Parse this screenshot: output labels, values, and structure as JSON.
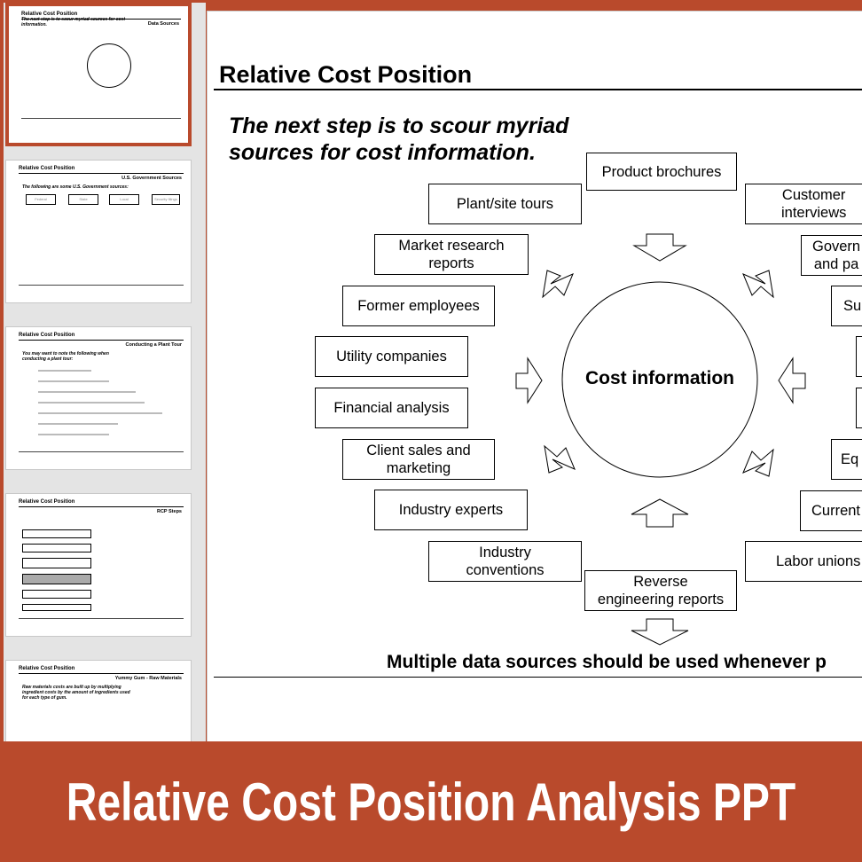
{
  "thumbnails": [
    {
      "title": "Relative Cost Position",
      "subtitle": "Data Sources",
      "lead": "The next step is to scour myriad sources for cost information.",
      "selected": true
    },
    {
      "title": "Relative Cost Position",
      "subtitle": "U.S. Government Sources",
      "lead": "The following are some U.S. Government sources:",
      "headers": [
        "Federal",
        "State",
        "Local",
        "Security filings"
      ]
    },
    {
      "title": "Relative Cost Position",
      "subtitle": "Conducting a Plant Tour",
      "lead": "You may want to note the following when conducting a plant tour:"
    },
    {
      "title": "Relative Cost Position",
      "subtitle": "RCP Steps",
      "lead": ""
    },
    {
      "title": "Relative Cost Position",
      "subtitle": "Yummy Gum - Raw Materials",
      "lead": "Raw materials costs are built up by multiplying ingredient costs by the amount of ingredients used for each type of gum."
    }
  ],
  "slide": {
    "title": "Relative Cost Position",
    "lead": "The next step is to scour myriad\nsources for cost information.",
    "center": "Cost information",
    "sources": {
      "product_brochures": "Product brochures",
      "plant_tours": "Plant/site tours",
      "customer_interviews": "Customer\ninterviews",
      "market_research": "Market research\nreports",
      "government": "Govern\nand pa",
      "former_employees": "Former employees",
      "supplier": "Su",
      "utility": "Utility companies",
      "financial": "Financial analysis",
      "client_sales": "Client sales and\nmarketing",
      "equipment": "Eq",
      "industry_experts": "Industry experts",
      "current": "Current",
      "industry_conventions": "Industry\nconventions",
      "labor_unions": "Labor unions",
      "reverse_engineering": "Reverse\nengineering reports"
    },
    "footer": "Multiple data sources should be used whenever p"
  },
  "banner": {
    "text": "Relative Cost Position Analysis PPT"
  },
  "colors": {
    "accent": "#b94a2c",
    "panel": "#e4e4e4"
  }
}
